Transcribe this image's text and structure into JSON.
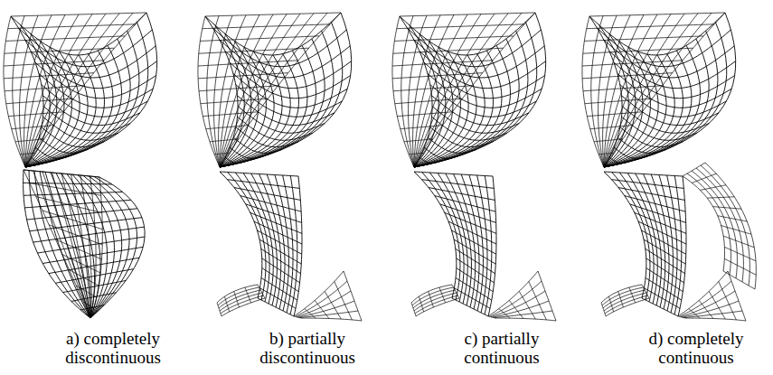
{
  "diagram": {
    "labels": [
      "a) completely discontinuous",
      "b) partially discontinuous",
      "c) partially continuous",
      "d) completely continuous"
    ]
  }
}
